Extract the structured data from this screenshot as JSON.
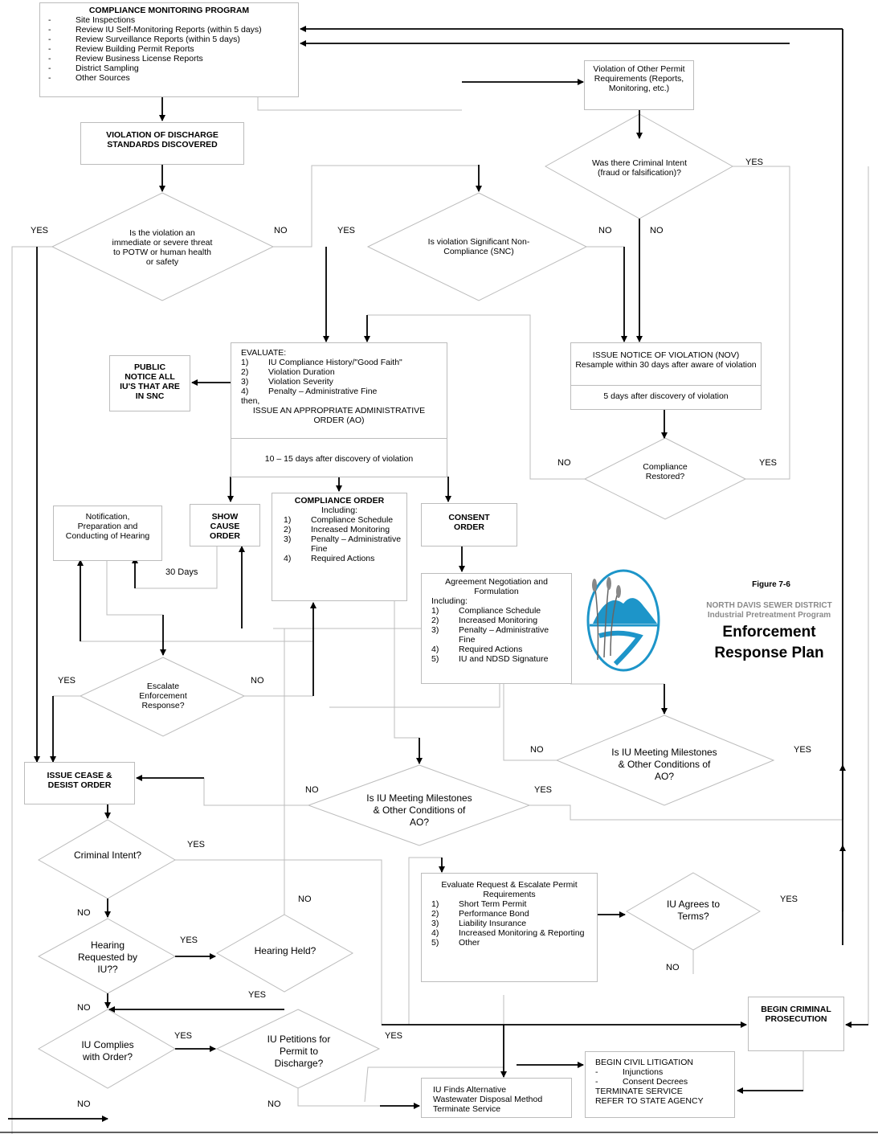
{
  "program": {
    "title": "COMPLIANCE MONITORING PROGRAM",
    "items": [
      "Site Inspections",
      "Review IU Self-Monitoring Reports (within 5 days)",
      "Review Surveillance Reports (within 5 days)",
      "Review Building Permit Reports",
      "Review Business License Reports",
      "District Sampling",
      "Other Sources"
    ]
  },
  "violation_discharge": "VIOLATION OF DISCHARGE STANDARDS DISCOVERED",
  "other_permit": "Violation of Other Permit Requirements (Reports, Monitoring, etc.)",
  "criminal_intent_q": "Was there Criminal Intent (fraud or falsification)?",
  "severe_threat_q": "Is the violation an immediate or severe threat to POTW or human health or safety",
  "snc_q": "Is violation Significant Non-Compliance (SNC)",
  "public_notice": "PUBLIC NOTICE ALL IU'S THAT ARE IN SNC",
  "evaluate": {
    "heading": "EVALUATE:",
    "items": [
      {
        "n": "1)",
        "t": "IU Compliance History/\"Good Faith\""
      },
      {
        "n": "2)",
        "t": "Violation Duration"
      },
      {
        "n": "3)",
        "t": "Violation Severity"
      },
      {
        "n": "4)",
        "t": "Penalty – Administrative Fine"
      }
    ],
    "then": "then,",
    "issue": "ISSUE AN APPROPRIATE ADMINISTRATIVE ORDER (AO)",
    "timing": "10 – 15 days after discovery of violation"
  },
  "nov": {
    "title": "ISSUE NOTICE OF VIOLATION (NOV)",
    "sub": "Resample within 30 days after aware of violation",
    "timing": "5 days after discovery of violation"
  },
  "compliance_restored_q": "Compliance Restored?",
  "notification": "Notification, Preparation and Conducting of Hearing",
  "show_cause": "SHOW CAUSE ORDER",
  "thirty_days": "30 Days",
  "compliance_order": {
    "title": "COMPLIANCE ORDER",
    "including": "Including:",
    "items": [
      {
        "n": "1)",
        "t": "Compliance Schedule"
      },
      {
        "n": "2)",
        "t": "Increased Monitoring"
      },
      {
        "n": "3)",
        "t": "Penalty – Administrative Fine"
      },
      {
        "n": "4)",
        "t": "Required Actions"
      }
    ]
  },
  "consent_order": "CONSENT ORDER",
  "agreement": {
    "title": "Agreement Negotiation and Formulation",
    "including": "Including:",
    "items": [
      {
        "n": "1)",
        "t": "Compliance Schedule"
      },
      {
        "n": "2)",
        "t": "Increased Monitoring"
      },
      {
        "n": "3)",
        "t": "Penalty – Administrative Fine"
      },
      {
        "n": "4)",
        "t": "Required Actions"
      },
      {
        "n": "5)",
        "t": "IU and NDSD Signature"
      }
    ]
  },
  "figure": {
    "number": "Figure 7-6",
    "org": "NORTH DAVIS SEWER DISTRICT",
    "program": "Industrial Pretreatment Program",
    "title_line1": "Enforcement",
    "title_line2": "Response Plan"
  },
  "escalate_q": "Escalate Enforcement Response?",
  "meeting_q": "Is IU Meeting Milestones & Other Conditions of AO?",
  "cease_desist": "ISSUE CEASE & DESIST ORDER",
  "criminal_q": "Criminal Intent?",
  "hearing_req_q": "Hearing Requested by IU??",
  "hearing_held_q": "Hearing Held?",
  "evaluate_request": {
    "title": "Evaluate Request & Escalate Permit Requirements",
    "items": [
      {
        "n": "1)",
        "t": "Short Term Permit"
      },
      {
        "n": "2)",
        "t": "Performance Bond"
      },
      {
        "n": "3)",
        "t": "Liability Insurance"
      },
      {
        "n": "4)",
        "t": "Increased Monitoring & Reporting"
      },
      {
        "n": "5)",
        "t": "Other"
      }
    ]
  },
  "agrees_q": "IU Agrees to Terms?",
  "complies_q": "IU Complies with Order?",
  "petitions_q": "IU Petitions for Permit to Discharge?",
  "criminal_prosecution": "BEGIN CRIMINAL PROSECUTION",
  "civil": {
    "title": "BEGIN CIVIL LITIGATION",
    "items": [
      {
        "n": "-",
        "t": "Injunctions"
      },
      {
        "n": "-",
        "t": "Consent Decrees"
      }
    ],
    "line3": "TERMINATE SERVICE",
    "line4": "REFER TO STATE AGENCY"
  },
  "alternative": {
    "line1": "IU Finds Alternative",
    "line2": "Wastewater Disposal Method",
    "line3": "Terminate Service"
  },
  "labels": {
    "yes": "YES",
    "no": "NO"
  },
  "colors": {
    "line": "#000000",
    "border": "#bcbcbc",
    "fig_gray": "#8a8a8a",
    "logo_blue": "#1d95c9"
  }
}
